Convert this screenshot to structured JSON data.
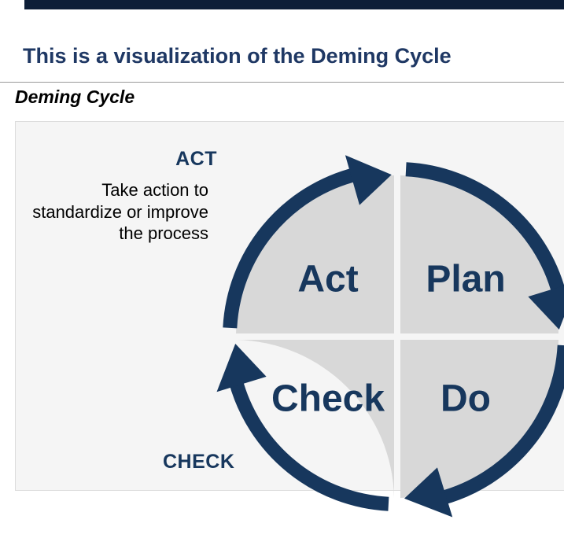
{
  "page": {
    "title": "This is a visualization of the Deming Cycle",
    "heading": "Deming Cycle"
  },
  "diagram": {
    "type": "cycle",
    "quadrants": [
      {
        "label": "Act"
      },
      {
        "label": "Plan"
      },
      {
        "label": "Do"
      },
      {
        "label": "Check"
      }
    ],
    "act_label": "ACT",
    "act_description": "Take action to\nstandardize or improve\nthe process",
    "check_label": "CHECK",
    "colors": {
      "arrow_navy": "#17375d",
      "label_navy": "#17375d",
      "title_navy": "#1f3864",
      "quadrant_gray": "#d8d8d8",
      "panel_background": "#f5f5f5",
      "top_bar": "#0d1e38",
      "separator_gray": "#999999"
    }
  }
}
